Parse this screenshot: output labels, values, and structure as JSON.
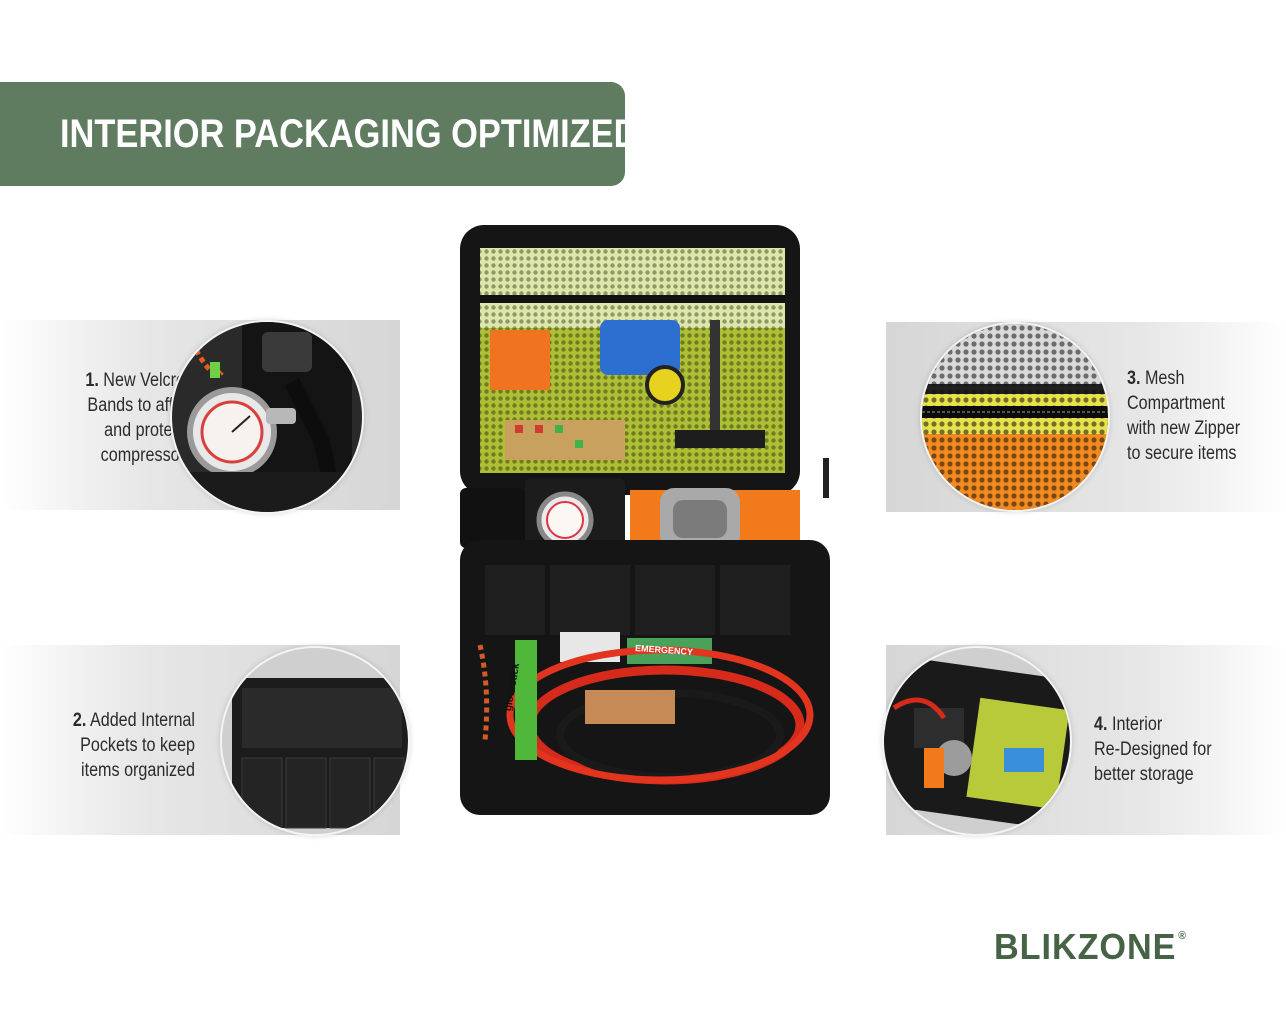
{
  "banner": {
    "title": "INTERIOR PACKAGING OPTIMIZED"
  },
  "callouts": [
    {
      "number": "1.",
      "lines": [
        "New Velcro",
        "Bands to affix",
        "and protect",
        "compressor"
      ]
    },
    {
      "number": "2.",
      "lines": [
        "Added Internal",
        "Pockets to keep",
        "items organized"
      ]
    },
    {
      "number": "3.",
      "lines": [
        "Mesh",
        "Compartment",
        "with new Zipper",
        "to secure items"
      ]
    },
    {
      "number": "4.",
      "lines": [
        "Interior",
        "Re-Designed for",
        "better storage"
      ]
    }
  ],
  "product_labels": {
    "emergency_tag": "EMERGENCY",
    "glow_stick": "glow stick"
  },
  "logo": {
    "text": "BLIKZONE",
    "mark": "®",
    "color": "#466345"
  },
  "colors": {
    "banner": "#5f7b60",
    "bag": "#151515",
    "mesh": "#c8dd3a",
    "strap": "#f27a1a",
    "cable_red": "#d62a1a"
  }
}
